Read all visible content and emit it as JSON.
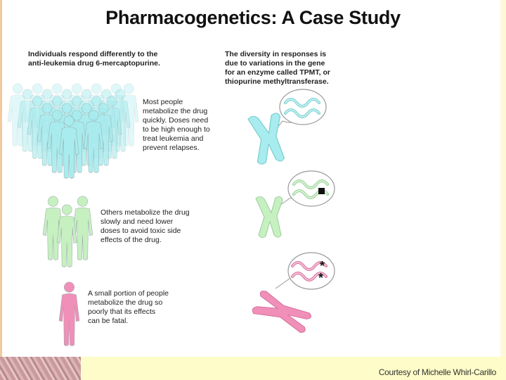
{
  "title": "Pharmacogenetics: A Case Study",
  "left_intro": [
    "Individuals respond differently to the",
    "anti-leukemia drug 6-mercaptopurine."
  ],
  "right_intro": [
    "The diversity in responses is",
    "due to variations in the gene",
    "for an enzyme called TPMT, or",
    "thiopurine methyltransferase."
  ],
  "groups": [
    {
      "label": [
        "Most people",
        "metabolize the drug",
        "quickly. Doses need",
        "to be high enough to",
        "treat leukemia and",
        "prevent relapses."
      ],
      "color": "#a8ecef"
    },
    {
      "label": [
        "Others metabolize the drug",
        "slowly and need lower",
        "doses to avoid toxic side",
        "effects of the drug."
      ],
      "color": "#c6f0c0"
    },
    {
      "label": [
        "A small portion of people",
        "metabolize the drug so",
        "poorly that its effects",
        "can be fatal."
      ],
      "color": "#f08fb8"
    }
  ],
  "credit": "Courtesy of Michelle Whirl-Carillo"
}
